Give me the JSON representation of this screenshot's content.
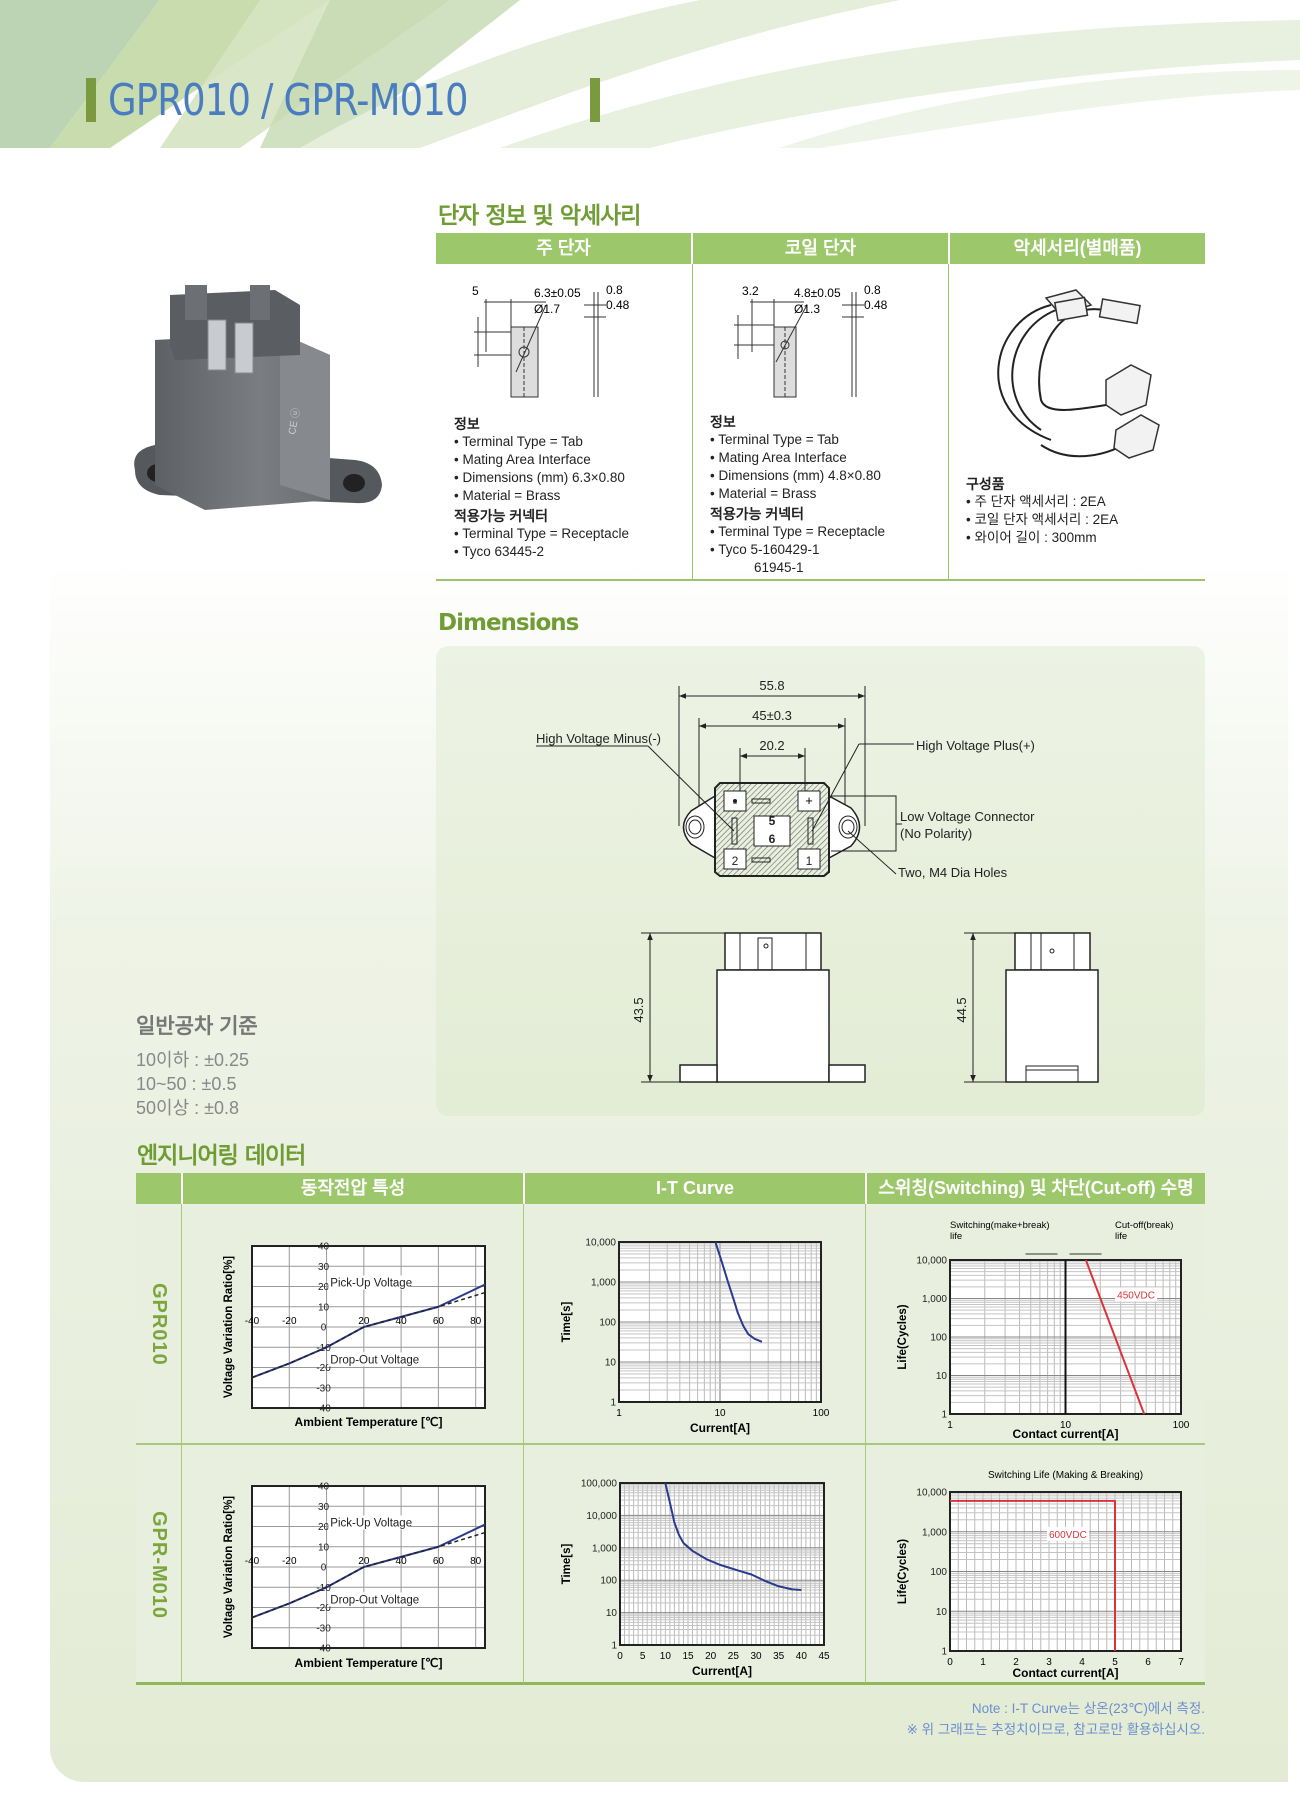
{
  "header": {
    "title": "GPR010 / GPR-M010"
  },
  "terminal": {
    "heading": "단자 정보 및 악세사리",
    "columns": [
      {
        "title": "주 단자",
        "dims": {
          "a": "5",
          "b": "6.3±0.05",
          "c": "Ø1.7",
          "d": "0.8",
          "e": "0.48"
        },
        "info_title": "정보",
        "info": [
          "Terminal Type = Tab",
          "Mating Area Interface",
          "Dimensions (mm) 6.3×0.80",
          "Material = Brass"
        ],
        "conn_title": "적용가능 커넥터",
        "conn": [
          "Terminal Type = Receptacle",
          "Tyco 63445-2"
        ]
      },
      {
        "title": "코일 단자",
        "dims": {
          "a": "3.2",
          "b": "4.8±0.05",
          "c": "Ø1.3",
          "d": "0.8",
          "e": "0.48"
        },
        "info_title": "정보",
        "info": [
          "Terminal Type = Tab",
          "Mating Area Interface",
          "Dimensions (mm) 4.8×0.80",
          "Material = Brass"
        ],
        "conn_title": "적용가능 커넥터",
        "conn": [
          "Terminal Type = Receptacle",
          "Tyco 5-160429-1"
        ],
        "conn_extra": "61945-1"
      },
      {
        "title": "악세서리(별매품)",
        "parts_title": "구성품",
        "parts": [
          "주 단자 액세서리 : 2EA",
          "코일 단자 액세서리 : 2EA",
          "와이어 길이 : 300mm"
        ]
      }
    ]
  },
  "dimensions": {
    "heading": "Dimensions",
    "d1": "55.8",
    "d2": "45±0.3",
    "d3": "20.2",
    "hv_minus": "High Voltage Minus(-)",
    "hv_plus": "High Voltage Plus(+)",
    "lv_conn": "Low Voltage Connector",
    "lv_note": "(No Polarity)",
    "holes": "Two, M4 Dia Holes",
    "pins": [
      "5",
      "6",
      "2",
      "1"
    ],
    "height1": "43.5",
    "height2": "44.5"
  },
  "tolerance": {
    "title": "일반공차 기준",
    "rows": [
      "10이하 : ±0.25",
      "10~50 : ±0.5",
      "50이상 : ±0.8"
    ]
  },
  "engineering": {
    "heading": "엔지니어링 데이터",
    "col_headers": [
      "동작전압 특성",
      "I-T Curve",
      "스위칭(Switching) 및 차단(Cut-off) 수명"
    ],
    "rows": [
      "GPR010",
      "GPR-M010"
    ],
    "note": "Note : I-T Curve는 상온(23℃)에서 측정.",
    "disclaimer": "※ 위 그래프는 추정치이므로, 참고로만 활용하십시오."
  },
  "colors": {
    "accent": "#9dc76b",
    "title": "#4a7cc0",
    "series": "#2a3a8c",
    "limit": "#d9343a"
  },
  "chart_data": [
    {
      "type": "line",
      "model": "GPR010",
      "xlabel": "Ambient Temperature [℃]",
      "ylabel": "Voltage Variation Ratio[%]",
      "x_scale": "linear",
      "y_scale": "linear",
      "xlim": [
        -40,
        85
      ],
      "ylim": [
        -40,
        40
      ],
      "grid": true,
      "x_ticks": [
        -40,
        -20,
        20,
        40,
        60,
        80
      ],
      "x_tick_labels": [
        "-40",
        "-20",
        "20",
        "40",
        "60",
        "80"
      ],
      "y_ticks": [
        40,
        30,
        20,
        10,
        0,
        -10,
        -20,
        -30,
        -40
      ],
      "y_tick_labels": [
        "40",
        "30",
        "20",
        "10",
        "0",
        "-10",
        "-20",
        "-30",
        "-40"
      ],
      "series": [
        {
          "name": "Pick-Up Voltage",
          "style": "solid",
          "color": "#2a3a8c",
          "label_at": [
            2,
            20
          ],
          "points": [
            [
              -40,
              -25
            ],
            [
              -20,
              -18
            ],
            [
              0,
              -10
            ],
            [
              10,
              -5
            ],
            [
              20,
              0
            ],
            [
              40,
              5
            ],
            [
              60,
              10
            ],
            [
              85,
              21
            ]
          ]
        },
        {
          "name": "Drop-Out Voltage",
          "style": "dashed",
          "color": "#222222",
          "label_at": [
            2,
            -18
          ],
          "points": [
            [
              -40,
              -25
            ],
            [
              -20,
              -18
            ],
            [
              0,
              -10
            ],
            [
              10,
              -5
            ],
            [
              20,
              0
            ],
            [
              40,
              5
            ],
            [
              60,
              10
            ],
            [
              85,
              17
            ]
          ]
        }
      ]
    },
    {
      "type": "line",
      "model": "GPR010",
      "xlabel": "Current[A]",
      "ylabel": "Time[s]",
      "x_scale": "log",
      "y_scale": "log",
      "xlim": [
        1,
        100
      ],
      "ylim": [
        1,
        10000
      ],
      "grid": true,
      "x_ticks": [
        1,
        10,
        100
      ],
      "x_tick_labels": [
        "1",
        "10",
        "100"
      ],
      "y_ticks": [
        10000,
        1000,
        100,
        10,
        1
      ],
      "y_tick_labels": [
        "10,000",
        "1,000",
        "100",
        "10",
        "1"
      ],
      "series": [
        {
          "name": "I-T",
          "style": "solid",
          "color": "#2a3a8c",
          "points": [
            [
              9,
              10000
            ],
            [
              10.5,
              3000
            ],
            [
              12,
              1000
            ],
            [
              13.5,
              400
            ],
            [
              15,
              170
            ],
            [
              17,
              80
            ],
            [
              19,
              50
            ],
            [
              22,
              38
            ],
            [
              26,
              32
            ]
          ]
        }
      ]
    },
    {
      "type": "line",
      "model": "GPR010",
      "xlabel": "Contact current[A]",
      "ylabel": "Life(Cycles)",
      "x_scale": "log",
      "y_scale": "log",
      "xlim": [
        1,
        100
      ],
      "ylim": [
        1,
        10000
      ],
      "grid": true,
      "x_ticks": [
        1,
        10,
        100
      ],
      "x_tick_labels": [
        "1",
        "10",
        "100"
      ],
      "y_ticks": [
        10000,
        1000,
        100,
        10,
        1
      ],
      "y_tick_labels": [
        "10,000",
        "1,000",
        "100",
        "10",
        "1"
      ],
      "divider_x": 10,
      "annotations": {
        "left": [
          "Switching(make+break)",
          "life"
        ],
        "right": [
          "Cut-off(break)",
          "life"
        ]
      },
      "series": [
        {
          "name": "450VDC",
          "style": "solid",
          "color": "#d9343a",
          "label_at": [
            28,
            1000
          ],
          "points": [
            [
              15,
              10000
            ],
            [
              48,
              1
            ]
          ]
        }
      ]
    },
    {
      "type": "line",
      "model": "GPR-M010",
      "xlabel": "Ambient Temperature [℃]",
      "ylabel": "Voltage Variation Ratio[%]",
      "x_scale": "linear",
      "y_scale": "linear",
      "xlim": [
        -40,
        85
      ],
      "ylim": [
        -40,
        40
      ],
      "grid": true,
      "x_ticks": [
        -40,
        -20,
        20,
        40,
        60,
        80
      ],
      "x_tick_labels": [
        "-40",
        "-20",
        "20",
        "40",
        "60",
        "80"
      ],
      "y_ticks": [
        40,
        30,
        20,
        10,
        0,
        -10,
        -20,
        -30,
        -40
      ],
      "y_tick_labels": [
        "40",
        "30",
        "20",
        "10",
        "0",
        "-10",
        "-20",
        "-30",
        "-40"
      ],
      "series": [
        {
          "name": "Pick-Up Voltage",
          "style": "solid",
          "color": "#2a3a8c",
          "label_at": [
            2,
            20
          ],
          "points": [
            [
              -40,
              -25
            ],
            [
              -20,
              -18
            ],
            [
              0,
              -10
            ],
            [
              10,
              -5
            ],
            [
              20,
              0
            ],
            [
              40,
              5
            ],
            [
              60,
              10
            ],
            [
              85,
              21
            ]
          ]
        },
        {
          "name": "Drop-Out Voltage",
          "style": "dashed",
          "color": "#222222",
          "label_at": [
            2,
            -18
          ],
          "points": [
            [
              -40,
              -25
            ],
            [
              -20,
              -18
            ],
            [
              0,
              -10
            ],
            [
              10,
              -5
            ],
            [
              20,
              0
            ],
            [
              40,
              5
            ],
            [
              60,
              10
            ],
            [
              85,
              17
            ]
          ]
        }
      ]
    },
    {
      "type": "line",
      "model": "GPR-M010",
      "xlabel": "Current[A]",
      "ylabel": "Time[s]",
      "x_scale": "linear",
      "y_scale": "log",
      "xlim": [
        0,
        45
      ],
      "ylim": [
        1,
        100000
      ],
      "grid": true,
      "x_ticks": [
        0,
        5,
        10,
        15,
        20,
        25,
        30,
        35,
        40,
        45
      ],
      "x_tick_labels": [
        "0",
        "5",
        "10",
        "15",
        "20",
        "25",
        "30",
        "35",
        "40",
        "45"
      ],
      "y_ticks": [
        100000,
        10000,
        1000,
        100,
        10,
        1
      ],
      "y_tick_labels": [
        "100,000",
        "10,000",
        "1,000",
        "100",
        "10",
        "1"
      ],
      "series": [
        {
          "name": "I-T",
          "style": "solid",
          "color": "#2a3a8c",
          "points": [
            [
              10,
              100000
            ],
            [
              11,
              25000
            ],
            [
              12,
              6000
            ],
            [
              13,
              2500
            ],
            [
              14,
              1400
            ],
            [
              16,
              800
            ],
            [
              19,
              450
            ],
            [
              22,
              300
            ],
            [
              26,
              200
            ],
            [
              29,
              150
            ],
            [
              32,
              95
            ],
            [
              35,
              65
            ],
            [
              38,
              52
            ],
            [
              40,
              50
            ]
          ]
        }
      ]
    },
    {
      "type": "line",
      "model": "GPR-M010",
      "title": "Switching Life (Making & Breaking)",
      "xlabel": "Contact current[A]",
      "ylabel": "Life(Cycles)",
      "x_scale": "linear",
      "y_scale": "log",
      "xlim": [
        0,
        7
      ],
      "ylim": [
        1,
        10000
      ],
      "grid": true,
      "x_ticks": [
        0,
        1,
        2,
        3,
        4,
        5,
        6,
        7
      ],
      "x_tick_labels": [
        "0",
        "1",
        "2",
        "3",
        "4",
        "5",
        "6",
        "7"
      ],
      "y_ticks": [
        10000,
        1000,
        100,
        10,
        1
      ],
      "y_tick_labels": [
        "10,000",
        "1,000",
        "100",
        "10",
        "1"
      ],
      "series": [
        {
          "name": "600VDC",
          "style": "solid",
          "color": "#d9343a",
          "label_at": [
            3,
            700
          ],
          "points": [
            [
              0,
              6000
            ],
            [
              5,
              6000
            ],
            [
              5,
              1
            ]
          ]
        }
      ]
    }
  ]
}
